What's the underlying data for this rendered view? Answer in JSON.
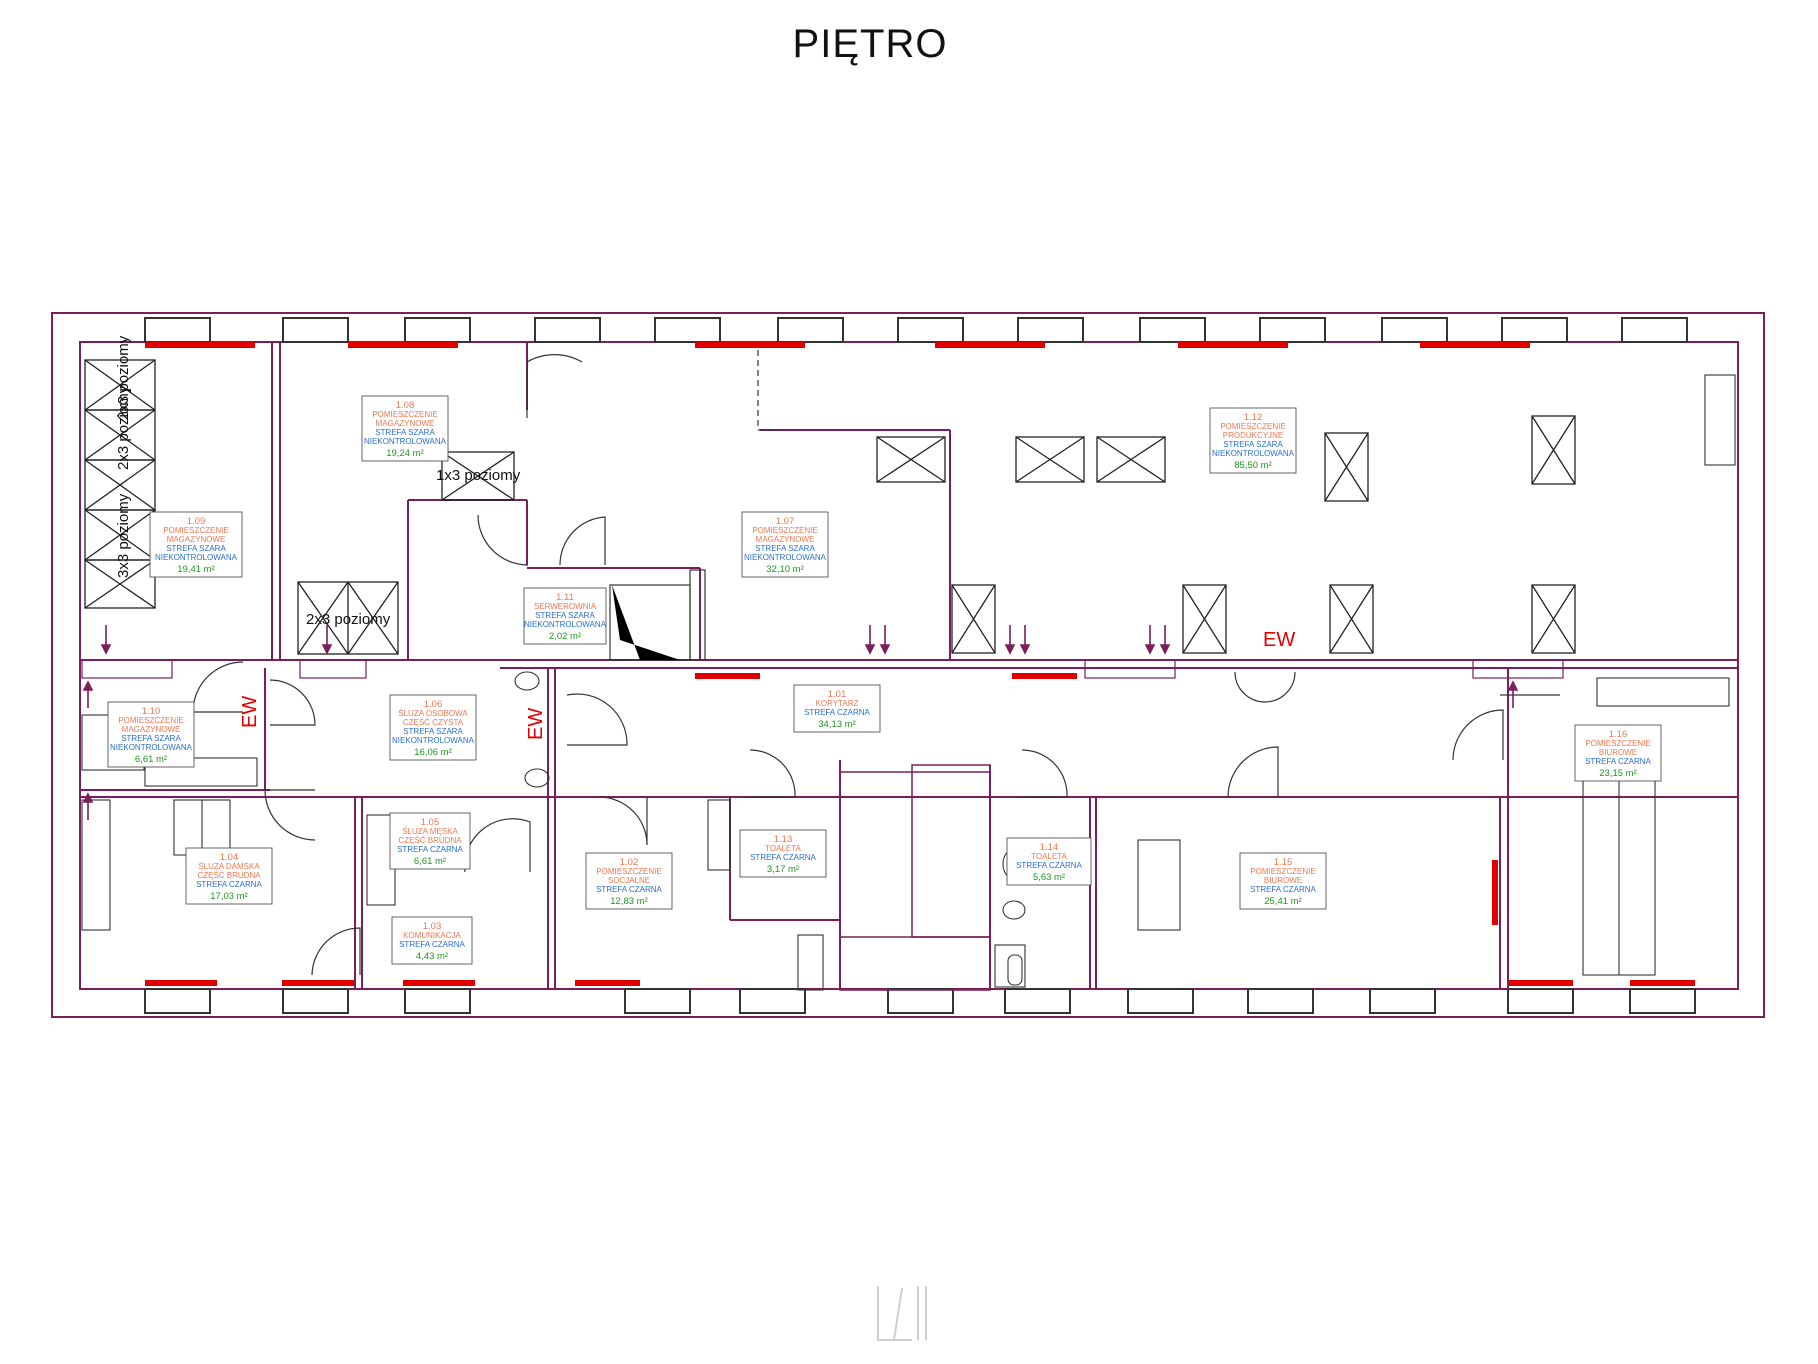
{
  "page": {
    "title": "PIĘTRO"
  },
  "plan_labels": {
    "ew_marks": [
      "EW",
      "EW",
      "EW"
    ],
    "racks": [
      "2x3 poziomy",
      "2x3 poziomy",
      "3x3 poziomy",
      "1x3 poziomy",
      "2x3 poziomy"
    ]
  },
  "rooms": [
    {
      "id": "r109",
      "number": "1.09",
      "type": [
        "POMIESZCZENIE",
        "MAGAZYNOWE"
      ],
      "zone": [
        "STREFA SZARA",
        "NIEKONTROLOWANA"
      ],
      "area": "19,41 m²"
    },
    {
      "id": "r108",
      "number": "1.08",
      "type": [
        "POMIESZCZENIE",
        "MAGAZYNOWE"
      ],
      "zone": [
        "STREFA SZARA",
        "NIEKONTROLOWANA"
      ],
      "area": "19,24 m²"
    },
    {
      "id": "r107",
      "number": "1.07",
      "type": [
        "POMIESZCZENIE",
        "MAGAZYNOWE"
      ],
      "zone": [
        "STREFA SZARA",
        "NIEKONTROLOWANA"
      ],
      "area": "32,10 m²"
    },
    {
      "id": "r112",
      "number": "1.12",
      "type": [
        "POMIESZCZENIE",
        "PRODUKCYJNE"
      ],
      "zone": [
        "STREFA SZARA",
        "NIEKONTROLOWANA"
      ],
      "area": "85,50 m²"
    },
    {
      "id": "r111",
      "number": "1.11",
      "type": [
        "SERWEROWNIA"
      ],
      "zone": [
        "STREFA SZARA",
        "NIEKONTROLOWANA"
      ],
      "area": "2,02 m²"
    },
    {
      "id": "r110",
      "number": "1.10",
      "type": [
        "POMIESZCZENIE",
        "MAGAZYNOWE"
      ],
      "zone": [
        "STREFA SZARA",
        "NIEKONTROLOWANA"
      ],
      "area": "6,61 m²"
    },
    {
      "id": "r106",
      "number": "1.06",
      "type": [
        "ŚLUZA OSOBOWA",
        "CZĘŚĆ CZYSTA"
      ],
      "zone": [
        "STREFA SZARA",
        "NIEKONTROLOWANA"
      ],
      "area": "16,06 m²"
    },
    {
      "id": "r101",
      "number": "1.01",
      "type": [
        "KORYTARZ"
      ],
      "zone": [
        "STREFA CZARNA"
      ],
      "area": "34,13 m²"
    },
    {
      "id": "r116",
      "number": "1.16",
      "type": [
        "POMIESZCZENIE",
        "BIUROWE"
      ],
      "zone": [
        "STREFA CZARNA"
      ],
      "area": "23,15 m²"
    },
    {
      "id": "r104",
      "number": "1.04",
      "type": [
        "ŚLUZA DAMSKA",
        "CZĘŚĆ BRUDNA"
      ],
      "zone": [
        "STREFA CZARNA"
      ],
      "area": "17,03 m²"
    },
    {
      "id": "r105",
      "number": "1.05",
      "type": [
        "ŚLUZA MĘSKA",
        "CZĘŚĆ BRUDNA"
      ],
      "zone": [
        "STREFA CZARNA"
      ],
      "area": "6,61 m²"
    },
    {
      "id": "r103",
      "number": "1.03",
      "type": [
        "KOMUNIKACJA"
      ],
      "zone": [
        "STREFA CZARNA"
      ],
      "area": "4,43 m²"
    },
    {
      "id": "r102",
      "number": "1.02",
      "type": [
        "POMIESZCZENIE",
        "SOCJALNE"
      ],
      "zone": [
        "STREFA CZARNA"
      ],
      "area": "12,83 m²"
    },
    {
      "id": "r113",
      "number": "1.13",
      "type": [
        "TOALETA"
      ],
      "zone": [
        "STREFA CZARNA"
      ],
      "area": "3,17 m²"
    },
    {
      "id": "r114",
      "number": "1.14",
      "type": [
        "TOALETA"
      ],
      "zone": [
        "STREFA CZARNA"
      ],
      "area": "5,63 m²"
    },
    {
      "id": "r115",
      "number": "1.15",
      "type": [
        "POMIESZCZENIE",
        "BIUROWE"
      ],
      "zone": [
        "STREFA CZARNA"
      ],
      "area": "25,41 m²"
    }
  ],
  "colors": {
    "wall": "#7a1e5c",
    "window_red": "#e00000",
    "room_number": "#f07850",
    "zone_blue": "#2a6fd0",
    "area_green": "#1e9a1e",
    "ew_red": "#e00000"
  }
}
